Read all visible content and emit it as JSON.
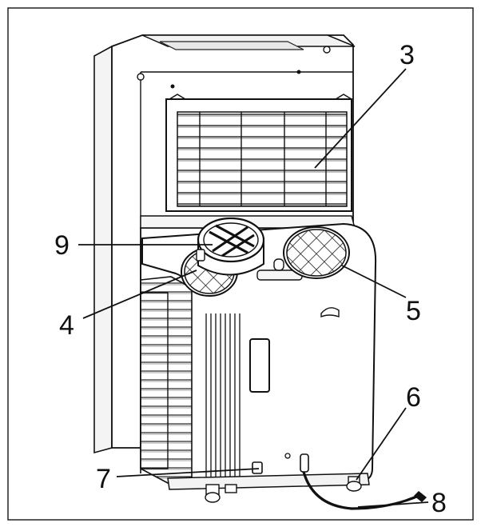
{
  "callouts": {
    "label_3": "3",
    "label_4": "4",
    "label_5": "5",
    "label_6": "6",
    "label_7": "7",
    "label_8": "8",
    "label_9": "9"
  }
}
